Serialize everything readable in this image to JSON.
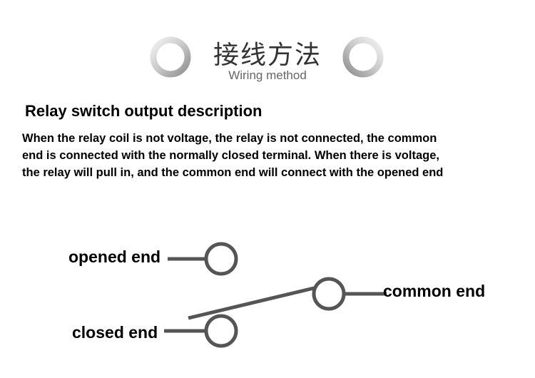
{
  "header": {
    "title_cn": "接线方法",
    "title_en": "Wiring method"
  },
  "section": {
    "heading": "Relay switch output description",
    "description_lines": [
      "When the relay coil is not voltage, the relay is not connected, the common",
      "end is connected with the normally closed terminal. When there is voltage,",
      "the relay will pull in, and the common end will connect with the opened end"
    ]
  },
  "diagram": {
    "labels": {
      "opened": "opened  end",
      "closed": "closed end",
      "common": "common end"
    },
    "colors": {
      "line": "#555555",
      "ring_gradient_light": "#f2f2f2",
      "ring_gradient_dark": "#b0b0b0"
    }
  }
}
